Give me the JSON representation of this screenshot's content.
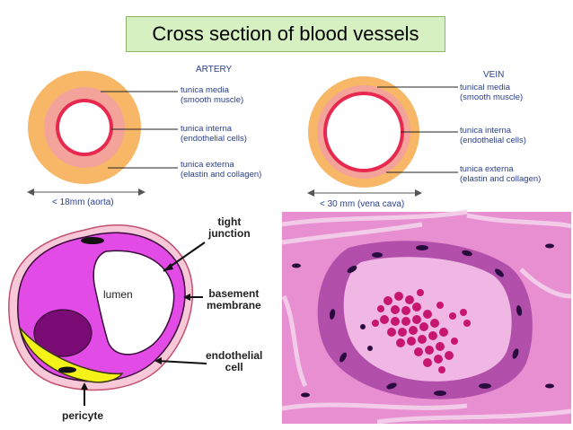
{
  "title": "Cross section of blood vessels",
  "artery": {
    "heading": "ARTERY",
    "labels": [
      {
        "name": "tunica media",
        "detail": "(smooth muscle)"
      },
      {
        "name": "tunica interna",
        "detail": "(endothelial cells)"
      },
      {
        "name": "tunica externa",
        "detail": "(elastin and collagen)"
      }
    ],
    "dimension": "< 18mm (aorta)"
  },
  "vein": {
    "heading": "VEIN",
    "labels": [
      {
        "name": "tunical media",
        "detail": "(smooth muscle)"
      },
      {
        "name": "tunica interna",
        "detail": "(endothelial cells)"
      },
      {
        "name": "tunica externa",
        "detail": "(elastin and collagen)"
      }
    ],
    "dimension": "< 30 mm (vena cava)"
  },
  "capillary": {
    "lumen": "lumen",
    "tight_junction_1": "tight",
    "tight_junction_2": "junction",
    "basement_membrane_1": "basement",
    "basement_membrane_2": "membrane",
    "endothelial_cell_1": "endothelial",
    "endothelial_cell_2": "cell",
    "pericyte": "pericyte"
  },
  "colors": {
    "externa": "#f7b766",
    "media": "#f4a39a",
    "interna": "#e8294f",
    "title_bg": "#d6f0c2",
    "capillary_magenta": "#e24be6",
    "nucleus": "#7a0a74",
    "pericyte_yellow": "#f5f219",
    "histology_bg": "#e78fd0"
  }
}
